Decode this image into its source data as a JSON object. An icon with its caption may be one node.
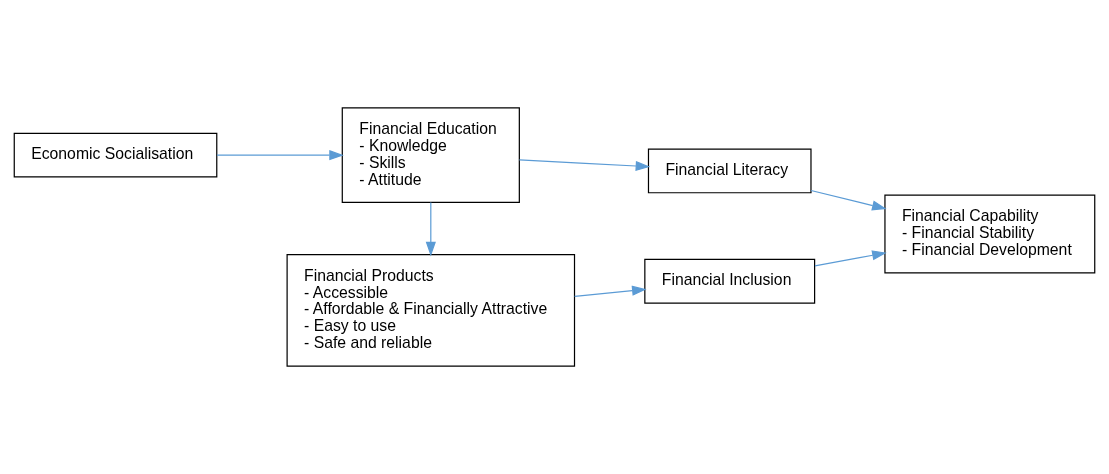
{
  "diagram": {
    "nodes": [
      {
        "text": [
          "Economic Socialisation"
        ]
      },
      {
        "text": [
          "Financial Education",
          "- Knowledge",
          "- Skills",
          "- Attitude"
        ]
      },
      {
        "text": [
          "Financial Literacy"
        ]
      },
      {
        "text": [
          "Financial Products",
          "- Accessible",
          "- Affordable & Financially Attractive",
          "- Easy to use",
          "- Safe and reliable"
        ]
      },
      {
        "text": [
          "Financial Inclusion"
        ]
      },
      {
        "text": [
          "Financial Capability",
          "- Financial Stability",
          "- Financial Development"
        ]
      }
    ],
    "edges": [
      {
        "from": 0,
        "to": 1,
        "arrow": "to"
      },
      {
        "from": 1,
        "to": 2,
        "arrow": "to"
      },
      {
        "from": 1,
        "to": 3,
        "arrow": "to"
      },
      {
        "from": 3,
        "to": 4,
        "arrow": "to"
      },
      {
        "from": 2,
        "to": 5,
        "arrow": "to"
      },
      {
        "from": 4,
        "to": 5,
        "arrow": "to"
      }
    ]
  }
}
